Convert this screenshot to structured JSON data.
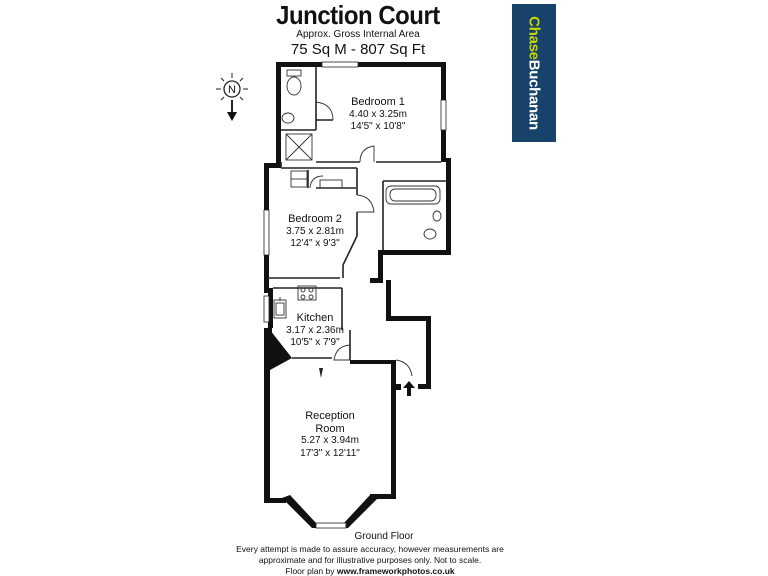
{
  "header": {
    "title": "Junction Court",
    "subtitle": "Approx. Gross Internal Area",
    "area": "75 Sq M - 807 Sq Ft"
  },
  "brand": {
    "name_part1": "Chase",
    "name_part2": "Buchanan",
    "bg_color": "#17436b",
    "accent_color": "#c8d400"
  },
  "compass": {
    "letter": "N"
  },
  "rooms": [
    {
      "id": "bedroom1",
      "name": "Bedroom 1",
      "metric": "4.40 x 3.25m",
      "imperial": "14'5\" x 10'8\""
    },
    {
      "id": "bedroom2",
      "name": "Bedroom 2",
      "metric": "3.75 x 2.81m",
      "imperial": "12'4\" x 9'3\""
    },
    {
      "id": "kitchen",
      "name": "Kitchen",
      "metric": "3.17 x 2.36m",
      "imperial": "10'5\" x 7'9\""
    },
    {
      "id": "reception",
      "name": "Reception Room",
      "name_line1": "Reception",
      "name_line2": "Room",
      "metric": "5.27 x 3.94m",
      "imperial": "17'3\" x 12'11\""
    }
  ],
  "footer": {
    "floor": "Ground Floor",
    "note": "Every attempt is made to assure accuracy, however measurements are approximate and for illustrative purposes only. Not to scale.",
    "credit_prefix": "Floor plan by",
    "credit_site": "www.frameworkphotos.co.uk"
  },
  "entrance_icon": "up-arrow-icon"
}
